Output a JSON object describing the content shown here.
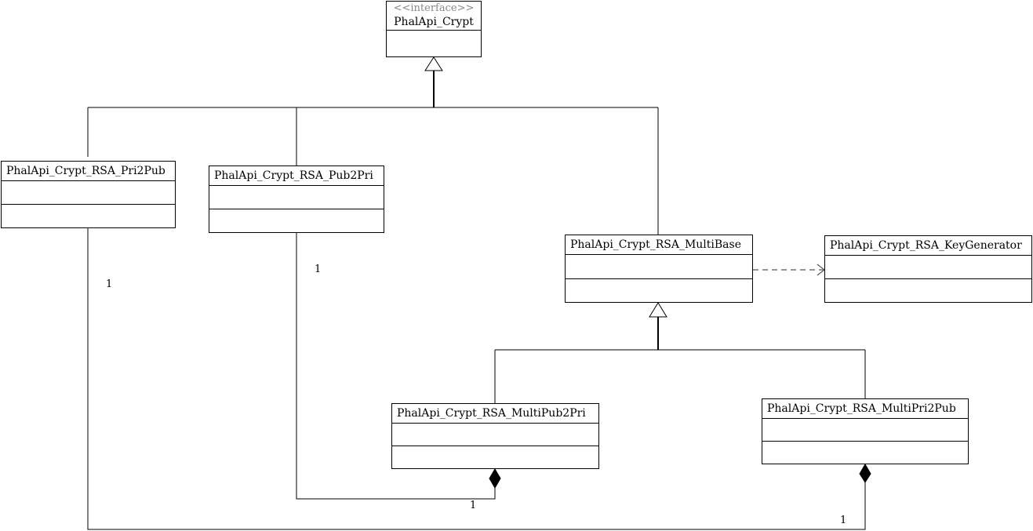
{
  "interface": {
    "stereotype": "<<interface>>",
    "name": "PhalApi_Crypt"
  },
  "classes": {
    "rsa_pri2pub": "PhalApi_Crypt_RSA_Pri2Pub",
    "rsa_pub2pri": "PhalApi_Crypt_RSA_Pub2Pri",
    "rsa_multibase": "PhalApi_Crypt_RSA_MultiBase",
    "rsa_keygenerator": "PhalApi_Crypt_RSA_KeyGenerator",
    "rsa_multipub2pri": "PhalApi_Crypt_RSA_MultiPub2Pri",
    "rsa_multipri2pub": "PhalApi_Crypt_RSA_MultiPri2Pub"
  },
  "multiplicities": {
    "pri2pub_end": "1",
    "pub2pri_end": "1",
    "multipub2pri_end": "1",
    "multipri2pub_end": "1"
  },
  "colors": {
    "line": "#000000",
    "stereotype": "#888888",
    "dependency": "#555555"
  }
}
